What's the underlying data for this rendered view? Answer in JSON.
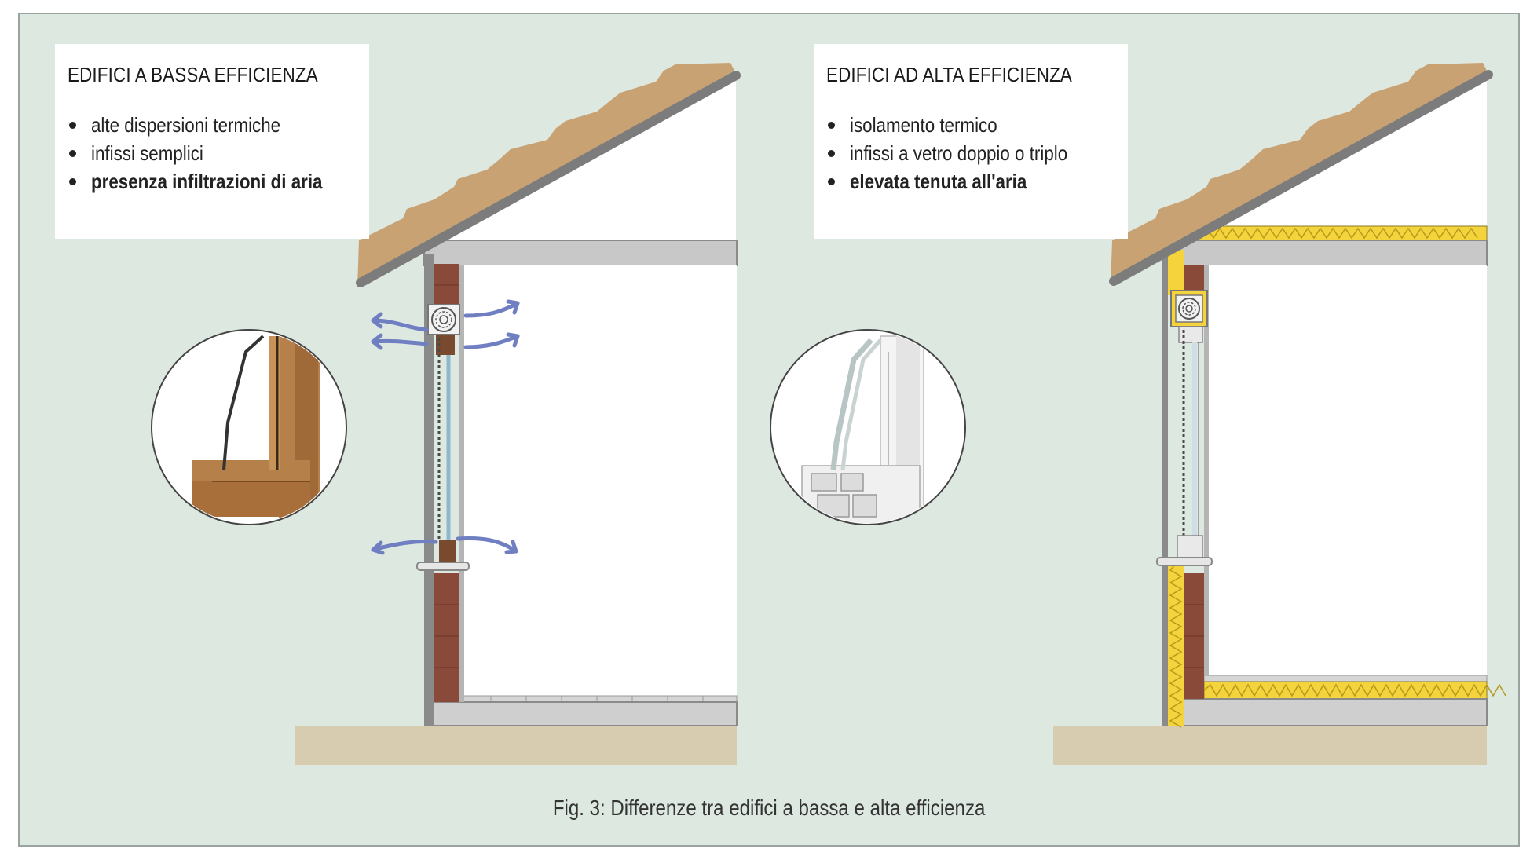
{
  "panels": {
    "left": {
      "title": "EDIFICI A BASSA EFFICIENZA",
      "bullets": [
        "alte dispersioni termiche",
        "infissi semplici",
        "presenza infiltrazioni di aria"
      ]
    },
    "right": {
      "title": "EDIFICI AD ALTA EFFICIENZA",
      "bullets": [
        "isolamento termico",
        "infissi a vetro doppio o triplo",
        "elevata tenuta all'aria"
      ]
    }
  },
  "caption": "Fig. 3: Differenze tra edifici a bassa e alta efficienza",
  "colors": {
    "background": "#dde8e1",
    "roof_tiles": "#c9a273",
    "roof_slab": "#7c7c7c",
    "brick": "#8a4a3a",
    "insulation": "#f4d33c",
    "ground": "#d7ccb0",
    "air_arrows": "#6f7fc1",
    "frame_gray": "#8a8a8a"
  },
  "icons": [
    "air-leak-arrow-icon",
    "roller-shutter-box-icon",
    "wooden-window-frame-icon",
    "pvc-window-frame-icon"
  ]
}
